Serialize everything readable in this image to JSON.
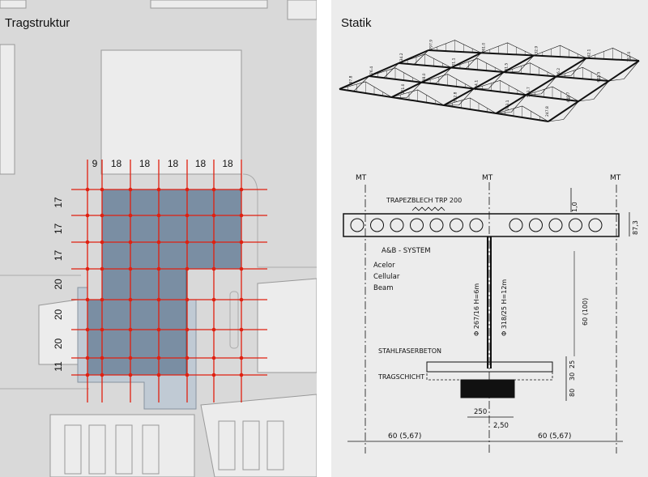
{
  "left_panel": {
    "title": "Tragstruktur",
    "column_spacings": [
      "9",
      "18",
      "18",
      "18",
      "18",
      "18"
    ],
    "row_spacings": [
      "17",
      "17",
      "17",
      "20",
      "20",
      "20",
      "11"
    ],
    "colors": {
      "grid": "#e02010",
      "structure": "#7a8ea3",
      "background": "#d9d9d9",
      "building": "#ececec"
    }
  },
  "right_panel": {
    "title": "Statik",
    "section": {
      "axis_labels": [
        "MT",
        "MT",
        "MT"
      ],
      "deck_label": "TRAPEZBLECH TRP 200",
      "system_label": "A&B - SYSTEM",
      "system_description": [
        "Acelor",
        "Cellular",
        "Beam"
      ],
      "column_a": "Φ 267/16 H=6m",
      "column_b": "Φ 318/25 H=12m",
      "top_dim": "1,0",
      "deck_depth": "87,3",
      "height_dim": "60 (100)",
      "concrete_label": "STAHLFASERBETON",
      "base_label": "TRAGSCHICHT",
      "dim_25": "25",
      "dim_30": "30",
      "dim_80": "80",
      "footing_dim": "250",
      "footing_dim_b": "2,50",
      "span_left": "60 (5,67)",
      "span_right": "60 (5,67)"
    },
    "truss_values": [
      "797.9",
      "761.0",
      "732.9",
      "742.1",
      "752.0",
      "534.2",
      "701.1",
      "681.5",
      "726.2",
      "631.5",
      "576.4",
      "598.0",
      "554.1",
      "503.7",
      "448.7",
      "397.8",
      "371.0",
      "352.8",
      "263.1",
      "247.8"
    ]
  }
}
